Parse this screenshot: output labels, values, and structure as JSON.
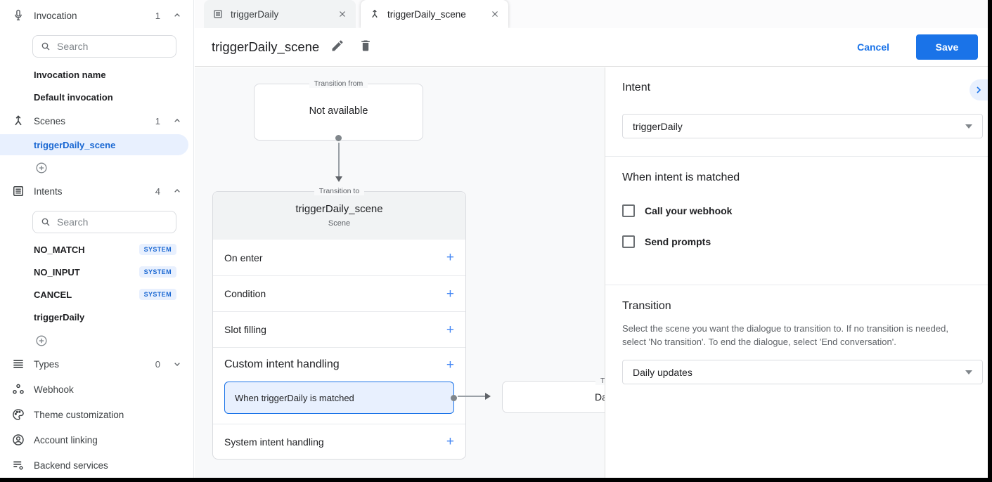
{
  "sidebar": {
    "search_placeholder": "Search",
    "invocation": {
      "label": "Invocation",
      "count": "1"
    },
    "invocation_items": [
      {
        "label": "Invocation name"
      },
      {
        "label": "Default invocation"
      }
    ],
    "scenes": {
      "label": "Scenes",
      "count": "1"
    },
    "scene_items": [
      {
        "label": "triggerDaily_scene"
      }
    ],
    "intents": {
      "label": "Intents",
      "count": "4"
    },
    "intent_items": [
      {
        "name": "NO_MATCH",
        "badge": "SYSTEM"
      },
      {
        "name": "NO_INPUT",
        "badge": "SYSTEM"
      },
      {
        "name": "CANCEL",
        "badge": "SYSTEM"
      },
      {
        "name": "triggerDaily",
        "badge": ""
      }
    ],
    "types": {
      "label": "Types",
      "count": "0"
    },
    "webhook": {
      "label": "Webhook"
    },
    "theme": {
      "label": "Theme customization"
    },
    "account": {
      "label": "Account linking"
    },
    "backend": {
      "label": "Backend services"
    }
  },
  "tabs": [
    {
      "label": "triggerDaily"
    },
    {
      "label": "triggerDaily_scene"
    }
  ],
  "header": {
    "title": "triggerDaily_scene",
    "cancel_label": "Cancel",
    "save_label": "Save"
  },
  "canvas": {
    "from": {
      "legend": "Transition from",
      "text": "Not available"
    },
    "scene": {
      "legend": "Transition to",
      "title": "triggerDaily_scene",
      "subtitle": "Scene",
      "plus": "+",
      "rows": [
        {
          "label": "On enter"
        },
        {
          "label": "Condition"
        },
        {
          "label": "Slot filling"
        },
        {
          "label": "Custom intent handling"
        },
        {
          "label": "System intent handling"
        }
      ],
      "matched_item": "When triggerDaily is matched"
    },
    "target": {
      "legend": "Transition to",
      "text": "Daily updates"
    }
  },
  "panel": {
    "intent_heading": "Intent",
    "intent_value": "triggerDaily",
    "matched_heading": "When intent is matched",
    "checkboxes": [
      {
        "label": "Call your webhook"
      },
      {
        "label": "Send prompts"
      }
    ],
    "transition_heading": "Transition",
    "transition_desc": "Select the scene you want the dialogue to transition to. If no transition is needed, select 'No transition'. To end the dialogue, select 'End conversation'.",
    "transition_value": "Daily updates"
  },
  "colors": {
    "accent": "#1a73e8",
    "highlight": "#e8f0fe",
    "badge_text": "#1967d2"
  }
}
